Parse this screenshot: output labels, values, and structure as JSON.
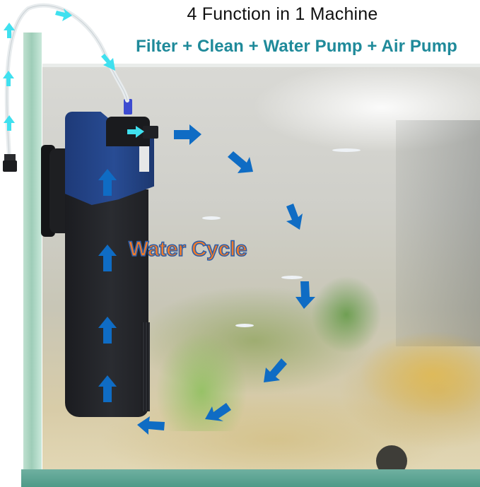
{
  "header": {
    "title": "4 Function in 1 Machine",
    "subtitle": "Filter + Clean + Water Pump + Air Pump"
  },
  "illustration": {
    "label": "Water Cycle",
    "colors": {
      "subtitle": "#1f8a9a",
      "label_fill": "#f07b2a",
      "label_stroke": "#2b5da8",
      "flow_arrow": "#0f6cc4",
      "air_arrow": "#3fe0ef",
      "filter_blue": "#284c94",
      "filter_black": "#1f2024"
    },
    "icons": [
      "air-flow-arrow",
      "water-flow-arrow",
      "aquarium-filter",
      "air-hose",
      "check-valve"
    ]
  }
}
